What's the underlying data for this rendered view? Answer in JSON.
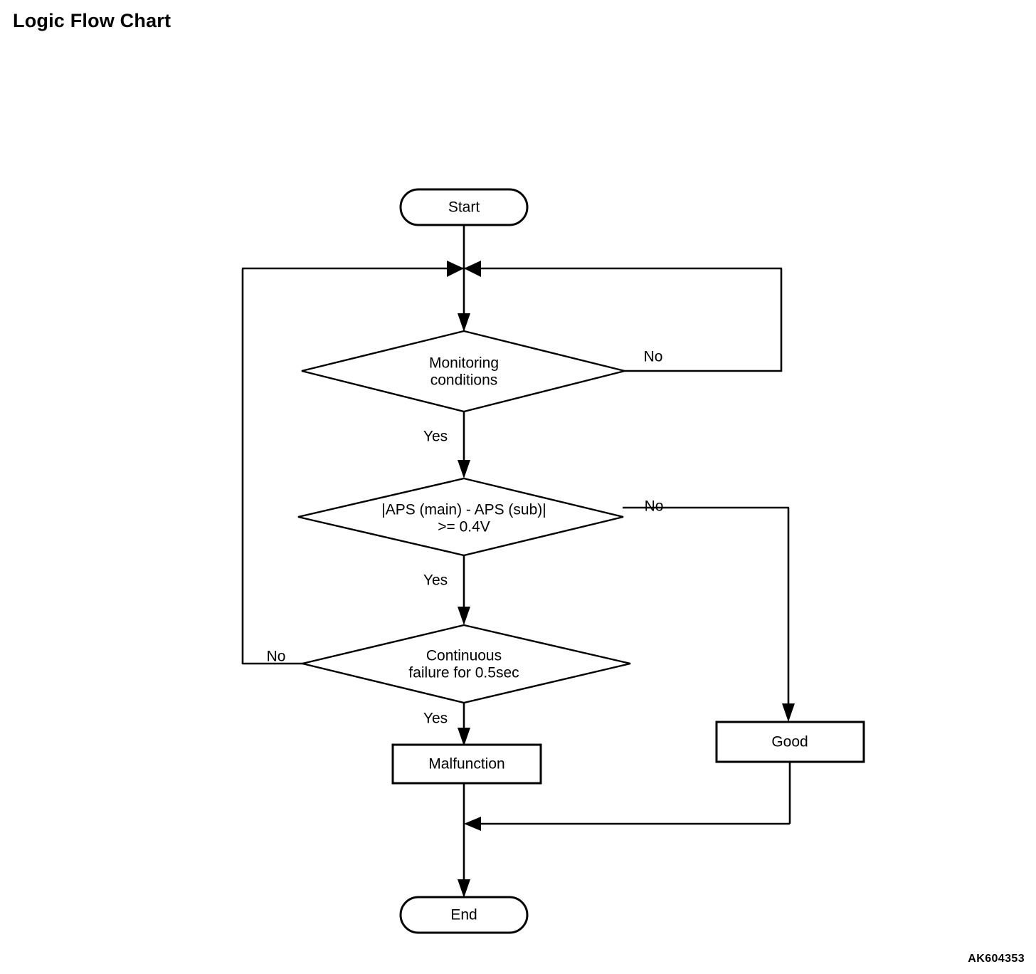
{
  "page": {
    "title": "Logic Flow Chart",
    "figure_id": "AK604353",
    "background_color": "#ffffff",
    "line_color": "#000000"
  },
  "chart_data": {
    "type": "diagram",
    "diagram_kind": "flowchart",
    "title": "Logic Flow Chart",
    "nodes": [
      {
        "id": "start",
        "shape": "stadium",
        "label": "Start"
      },
      {
        "id": "monitoring",
        "shape": "diamond",
        "label": "Monitoring conditions",
        "line1": "Monitoring",
        "line2": "conditions"
      },
      {
        "id": "aps_delta",
        "shape": "diamond",
        "label": "|APS (main) - APS (sub)| >= 0.4V",
        "line1": "|APS (main) - APS (sub)|",
        "line2": ">= 0.4V"
      },
      {
        "id": "continuous",
        "shape": "diamond",
        "label": "Continuous failure for 0.5sec",
        "line1": "Continuous",
        "line2": "failure for 0.5sec"
      },
      {
        "id": "malfunction",
        "shape": "rect",
        "label": "Malfunction"
      },
      {
        "id": "good",
        "shape": "rect",
        "label": "Good"
      },
      {
        "id": "end",
        "shape": "stadium",
        "label": "End"
      }
    ],
    "edges": [
      {
        "from": "start",
        "to": "monitoring",
        "label": ""
      },
      {
        "from": "monitoring",
        "to": "loop_top",
        "label": "No",
        "direction": "right-up-loop"
      },
      {
        "from": "monitoring",
        "to": "aps_delta",
        "label": "Yes",
        "direction": "down"
      },
      {
        "from": "aps_delta",
        "to": "good",
        "label": "No",
        "direction": "right-down"
      },
      {
        "from": "aps_delta",
        "to": "continuous",
        "label": "Yes",
        "direction": "down"
      },
      {
        "from": "continuous",
        "to": "loop_top",
        "label": "No",
        "direction": "left-up-loop"
      },
      {
        "from": "continuous",
        "to": "malfunction",
        "label": "Yes",
        "direction": "down"
      },
      {
        "from": "malfunction",
        "to": "end",
        "label": "",
        "direction": "down"
      },
      {
        "from": "good",
        "to": "end",
        "label": "",
        "direction": "down-left-merge"
      }
    ],
    "edge_labels": {
      "monitoring_no": "No",
      "monitoring_yes": "Yes",
      "aps_no": "No",
      "aps_yes": "Yes",
      "continuous_no": "No",
      "continuous_yes": "Yes"
    }
  }
}
